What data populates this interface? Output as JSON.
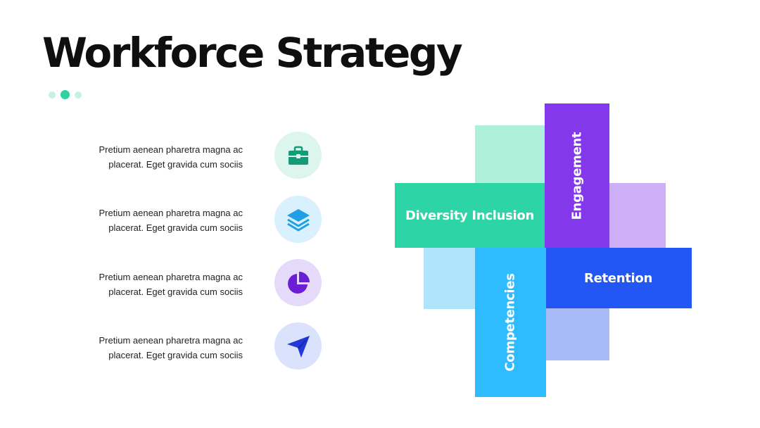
{
  "title": "Workforce Strategy",
  "items": [
    {
      "line1": "Pretium aenean pharetra magna ac",
      "line2": "placerat. Eget gravida cum sociis",
      "icon": "briefcase-icon",
      "icon_color": "#159a78",
      "circle_color": "#dcf6ee"
    },
    {
      "line1": "Pretium aenean pharetra magna ac",
      "line2": "placerat. Eget gravida cum sociis",
      "icon": "layers-icon",
      "icon_color": "#1f9fe6",
      "circle_color": "#d8f1fc"
    },
    {
      "line1": "Pretium aenean pharetra magna ac",
      "line2": "placerat. Eget gravida cum sociis",
      "icon": "pie-chart-icon",
      "icon_color": "#6a1fd6",
      "circle_color": "#e6dafa"
    },
    {
      "line1": "Pretium aenean pharetra magna ac",
      "line2": "placerat. Eget gravida cum sociis",
      "icon": "send-icon",
      "icon_color": "#2139d6",
      "circle_color": "#dbe2fb"
    }
  ],
  "diagram": {
    "diversity": "Diversity Inclusion",
    "engagement": "Engagement",
    "retention": "Retention",
    "competencies": "Competencies"
  },
  "colors": {
    "green": "#2dd4a6",
    "purple": "#8338ec",
    "blue": "#2357f5",
    "cyan": "#2ebcff",
    "green_light": "#aef0da",
    "purple_light": "#cdaff7",
    "blue_light": "#a9baf9",
    "cyan_light": "#b0e4fc"
  }
}
